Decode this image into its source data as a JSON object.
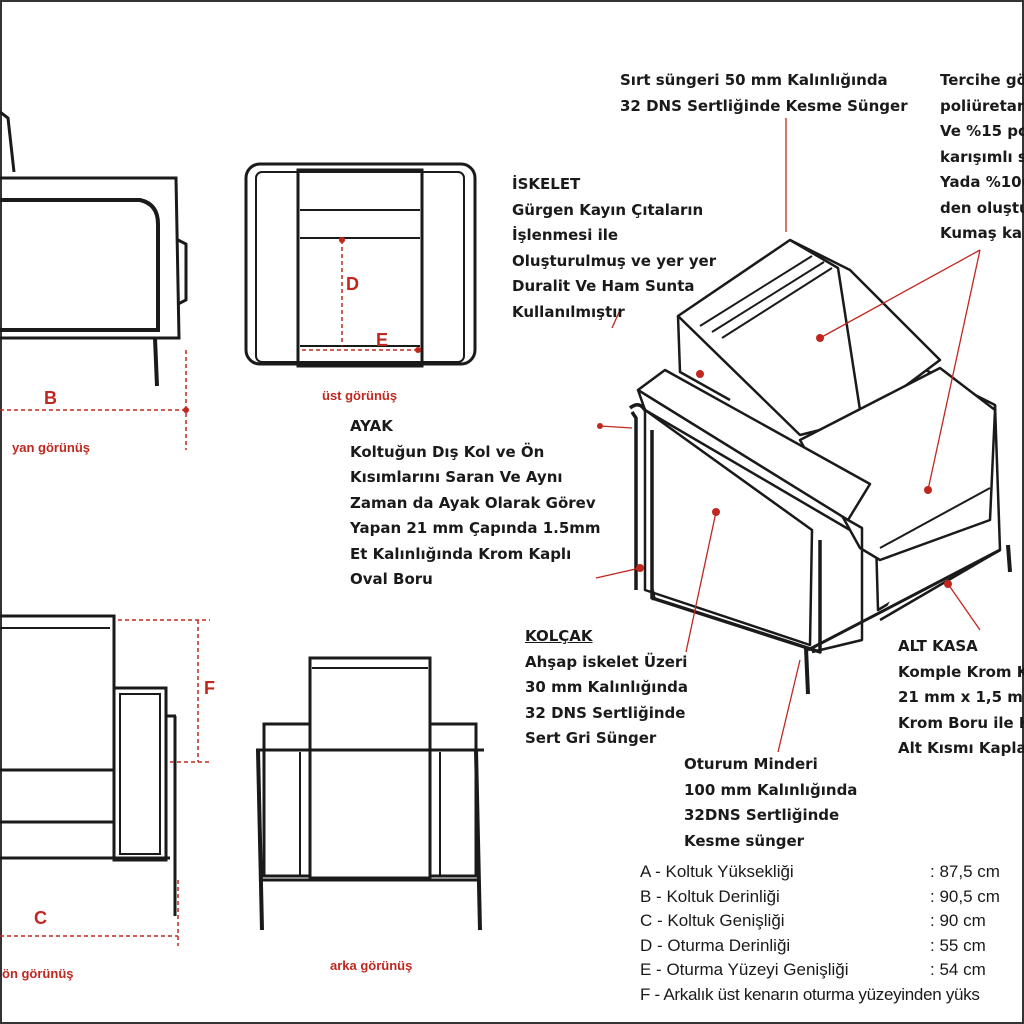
{
  "notes": {
    "sirt": [
      "Sırt süngeri 50 mm Kalınlığında",
      "32 DNS Sertliğinde Kesme Sünger"
    ],
    "tercih": [
      "Tercihe gö",
      "poliüretan",
      "Ve %15 po",
      "karışımlı s",
      "Yada %10(",
      "den oluştu",
      "Kumaş ka"
    ],
    "iskelet": [
      "İSKELET",
      "Gürgen Kayın Çıtaların",
      "İşlenmesi ile",
      "Oluşturulmuş ve yer yer",
      "Duralit Ve Ham Sunta",
      "Kullanılmıştır"
    ],
    "ayak": [
      "AYAK",
      "Koltuğun Dış Kol ve Ön",
      "Kısımlarını Saran Ve Aynı",
      "Zaman da Ayak Olarak Görev",
      "Yapan 21 mm Çapında 1.5mm",
      "Et Kalınlığında Krom Kaplı",
      "Oval Boru"
    ],
    "kolcak": [
      "KOLÇAK",
      "Ahşap iskelet Üzeri",
      "30 mm Kalınlığında",
      "32 DNS Sertliğinde",
      "Sert Gri Sünger"
    ],
    "altkasa": [
      "ALT KASA",
      "Komple Krom K",
      "21 mm x 1,5 m",
      "Krom Boru ile K",
      "Alt Kısmı Kapla"
    ],
    "oturum": [
      "Oturum Minderi",
      "100 mm Kalınlığında",
      "32DNS Sertliğinde",
      "Kesme sünger"
    ]
  },
  "views": {
    "side": "yan görünüş",
    "top": "üst görünüş",
    "front": "ön görünüş",
    "back": "arka görünüş"
  },
  "dims": {
    "b": "B",
    "c": "C",
    "d": "D",
    "e": "E",
    "f": "F"
  },
  "legend": [
    {
      "label": "A - Koltuk Yüksekliği",
      "value": ": 87,5 cm"
    },
    {
      "label": "B - Koltuk Derinliği",
      "value": ": 90,5 cm"
    },
    {
      "label": "C - Koltuk Genişliği",
      "value": ": 90 cm"
    },
    {
      "label": "D - Oturma Derinliği",
      "value": ": 55 cm"
    },
    {
      "label": "E - Oturma Yüzeyi Genişliği",
      "value": ": 54 cm"
    },
    {
      "label": "F - Arkalık üst kenarın oturma yüzeyinden yüks",
      "value": ""
    }
  ],
  "colors": {
    "line": "#1a1a1a",
    "dim": "#c0281f"
  }
}
